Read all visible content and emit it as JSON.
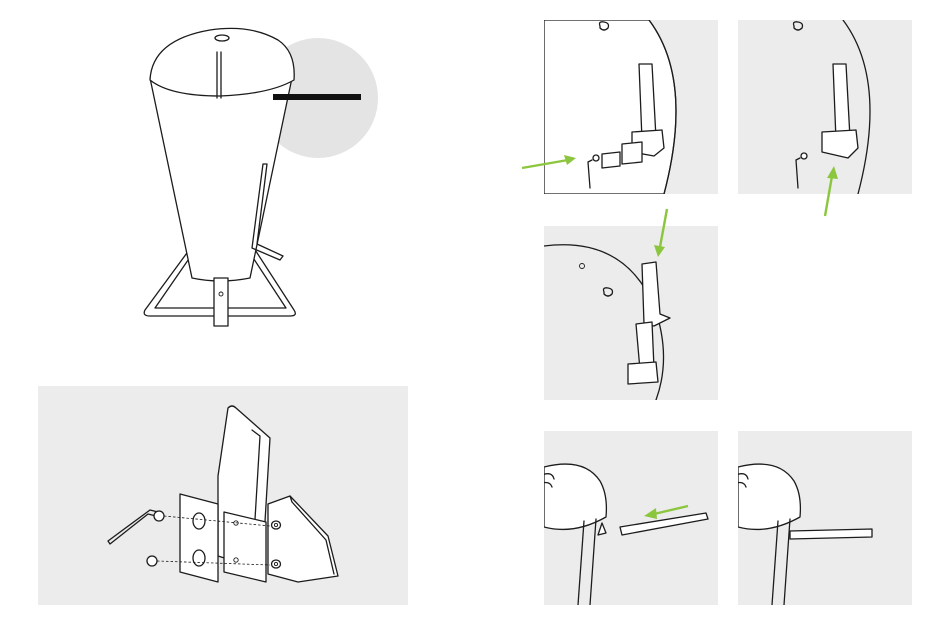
{
  "colors": {
    "panel_background": "#ececec",
    "callout_circle": "#e4e4e4",
    "arrow_accent": "#8cc63f",
    "line": "#1c1c1c",
    "highlight_bar": "#111111"
  },
  "figures": [
    {
      "id": "overview",
      "description_icon": "grill-overview-illustration"
    },
    {
      "id": "exploded-bracket",
      "description_icon": "exploded-bracket-illustration"
    },
    {
      "id": "step-1",
      "description_icon": "insert-screw-step"
    },
    {
      "id": "step-2",
      "description_icon": "tighten-step"
    },
    {
      "id": "step-3",
      "description_icon": "slide-bracket-step"
    },
    {
      "id": "step-4",
      "description_icon": "insert-shelf-step"
    },
    {
      "id": "step-5",
      "description_icon": "shelf-mounted-step"
    }
  ],
  "arrows": [
    {
      "id": "arrow-step-1",
      "direction": "right"
    },
    {
      "id": "arrow-step-2",
      "direction": "up"
    },
    {
      "id": "arrow-step-3",
      "direction": "down"
    },
    {
      "id": "arrow-step-4",
      "direction": "left"
    }
  ]
}
